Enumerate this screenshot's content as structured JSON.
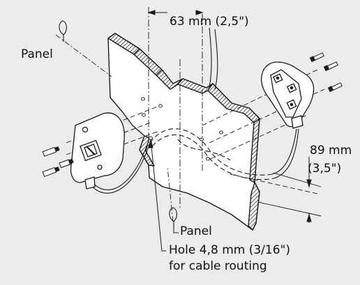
{
  "labels": {
    "panel_top": "Panel",
    "dim_horizontal": "63 mm (2,5\")",
    "dim_vertical_mm": "89 mm",
    "dim_vertical_in": "(3,5\")",
    "panel_bottom": "Panel",
    "hole_line1": "Hole 4,8 mm (3/16\")",
    "hole_line2": "for cable routing"
  },
  "colors": {
    "background": "#ececec",
    "line": "#1a1a1a",
    "hatch": "#333333",
    "text": "#111111"
  },
  "icons": [
    "centerline-symbol",
    "screw",
    "sensor-housing",
    "connector-block"
  ]
}
